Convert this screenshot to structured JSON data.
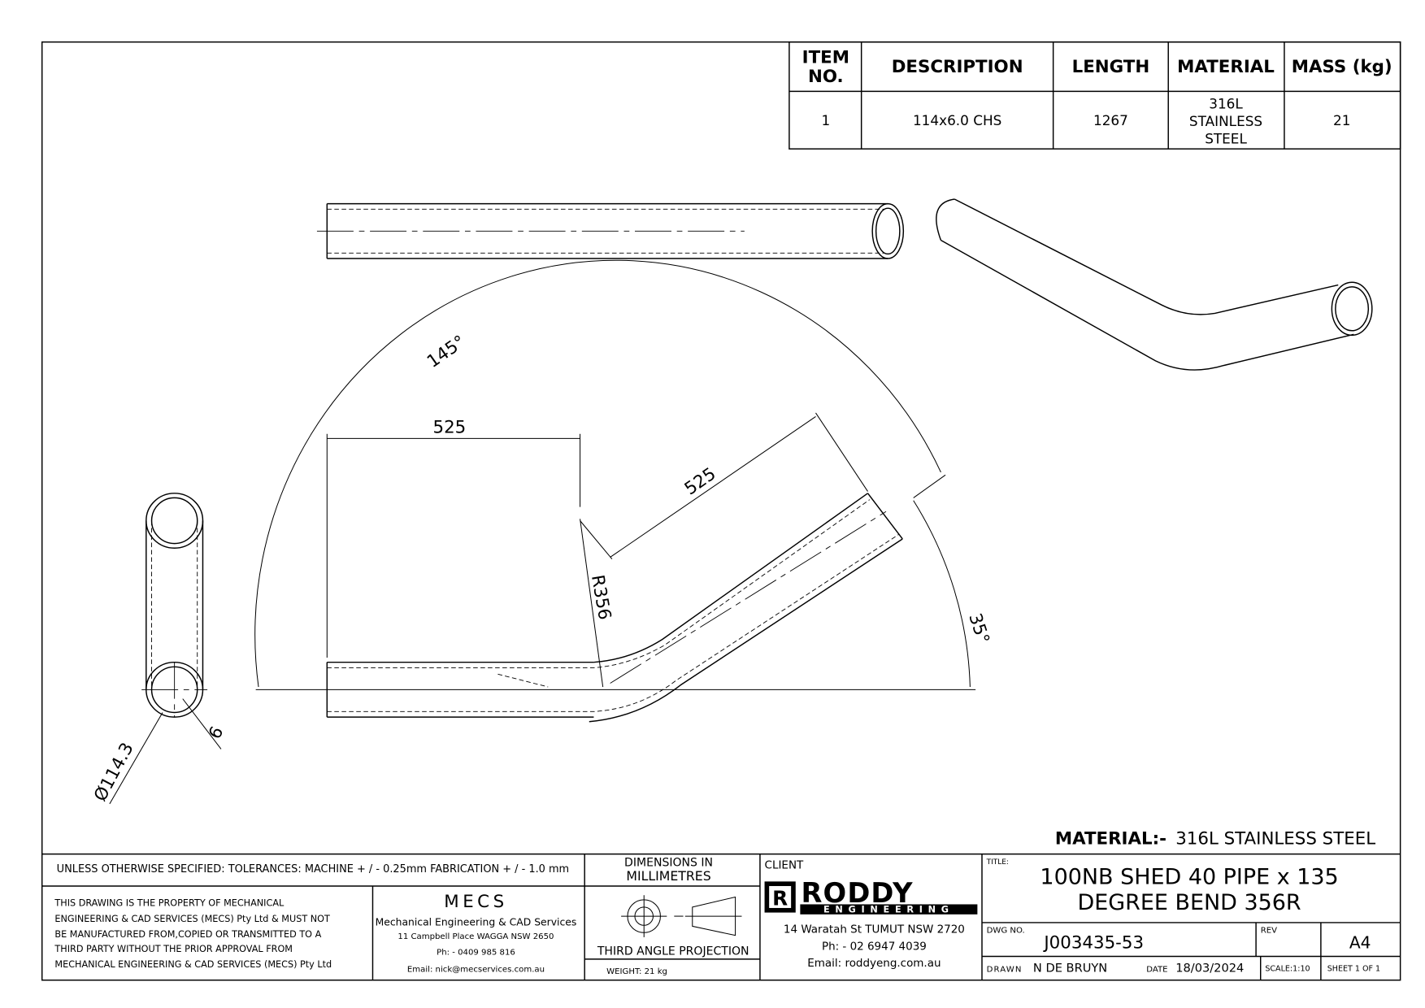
{
  "bom": {
    "headers": [
      "ITEM",
      "NO.",
      "DESCRIPTION",
      "LENGTH",
      "MATERIAL",
      "MASS (kg)"
    ],
    "rows": [
      {
        "item": "1",
        "description": "114x6.0 CHS",
        "length": "1267",
        "material": [
          "316L",
          "STAINLESS",
          "STEEL"
        ],
        "mass": "21"
      }
    ]
  },
  "dimensions": {
    "angle_total": "145°",
    "straight_length": "525",
    "angled_length": "525",
    "bend_radius": "R356",
    "bend_angle": "35°",
    "diameter": "Ø114.3",
    "wall": "6"
  },
  "material_note": {
    "label": "MATERIAL:-",
    "value": "316L STAINLESS STEEL"
  },
  "title_block": {
    "tolerances": "UNLESS OTHERWISE SPECIFIED: TOLERANCES: MACHINE + / - 0.25mm  FABRICATION + / - 1.0 mm",
    "units": [
      "DIMENSIONS IN",
      "MILLIMETRES"
    ],
    "disclaimer": [
      "THIS DRAWING IS THE PROPERTY OF MECHANICAL",
      "ENGINEERING & CAD SERVICES (MECS) Pty Ltd & MUST NOT",
      "BE MANUFACTURED FROM,COPIED OR TRANSMITTED TO A",
      "THIRD PARTY WITHOUT THE PRIOR APPROVAL FROM",
      "MECHANICAL ENGINEERING & CAD SERVICES (MECS) Pty Ltd"
    ],
    "mecs": {
      "logo": "MECS",
      "name": "Mechanical Engineering & CAD Services",
      "address": "11 Campbell Place WAGGA NSW 2650",
      "phone": "Ph: - 0409 985 816",
      "email": "Email: nick@mecservices.com.au"
    },
    "projection": "THIRD ANGLE PROJECTION",
    "weight": "WEIGHT: 21 kg",
    "client_label": "CLIENT",
    "client": {
      "logo_letter": "R",
      "logo_name": "RODDY",
      "logo_sub": "ENGINEERING",
      "address": "14 Waratah St TUMUT NSW 2720",
      "phone": "Ph: - 02 6947 4039",
      "email": "Email: roddyeng.com.au"
    },
    "title_label": "TITLE:",
    "title": [
      "100NB SHED 40 PIPE x 135",
      "DEGREE BEND 356R"
    ],
    "dwg_label": "DWG NO.",
    "dwg_no": "J003435-53",
    "rev_label": "REV",
    "size": "A4",
    "drawn_label": "DRAWN",
    "drawn_by": "N DE BRUYN",
    "date_label": "DATE",
    "date": "18/03/2024",
    "scale": "SCALE:1:10",
    "sheet": "SHEET 1 OF 1"
  }
}
